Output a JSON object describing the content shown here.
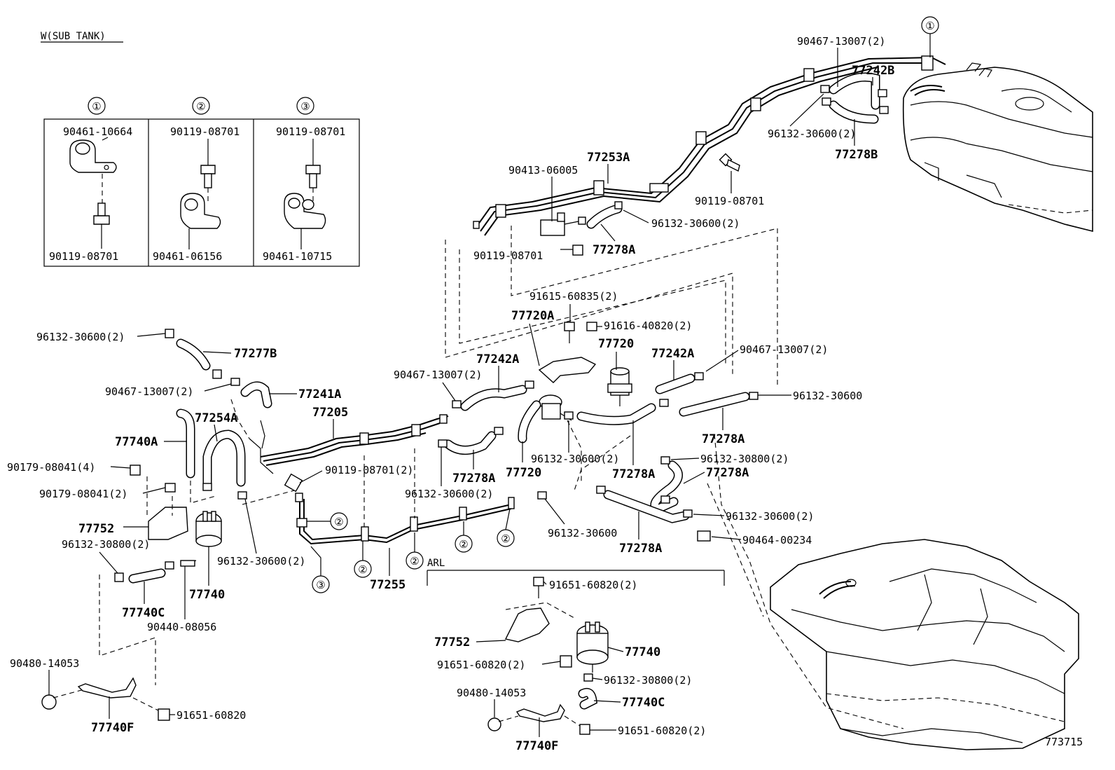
{
  "header": {
    "label": "W(SUB TANK)"
  },
  "footer": {
    "code": "773715"
  },
  "inset": {
    "panels": [
      {
        "num": "①",
        "top": "90461-10664",
        "bottom": "90119-08701"
      },
      {
        "num": "②",
        "top": "90119-08701",
        "bottom": "90461-06156"
      },
      {
        "num": "③",
        "top": "90119-08701",
        "bottom": "90461-10715"
      }
    ]
  },
  "arl": {
    "label": "ARL"
  },
  "callouts": {
    "c1": "①",
    "c2": "②",
    "c3": "③"
  },
  "labels": {
    "l01": "90467-13007(2)",
    "l02": "77242B",
    "l03": "96132-30600(2)",
    "l04": "77278B",
    "l05": "77253A",
    "l06": "90413-06005",
    "l07": "90119-08701",
    "l08": "96132-30600(2)",
    "l09": "90119-08701",
    "l10": "77278A",
    "l11": "91615-60835(2)",
    "l12": "77720A",
    "l13": "91616-40820(2)",
    "l14": "77720",
    "l15": "77242A",
    "l16": "90467-13007(2)",
    "l17": "96132-30600(2)",
    "l18": "77277B",
    "l19": "90467-13007(2)",
    "l20": "77241A",
    "l21": "77205",
    "l22": "77242A",
    "l23": "90467-13007(2)",
    "l24": "96132-30600",
    "l25": "77278A",
    "l26": "77740A",
    "l27": "77254A",
    "l28": "90179-08041(4)",
    "l29": "90179-08041(2)",
    "l30": "90119-08701(2)",
    "l31": "77278A",
    "l32": "77720",
    "l33": "96132-30600(2)",
    "l34": "96132-30800(2)",
    "l35": "77278A",
    "l36": "77278A",
    "l37": "96132-30600(2)",
    "l38": "77752",
    "l39": "96132-30800(2)",
    "l40": "96132-30600(2)",
    "l41": "96132-30600",
    "l42": "96132-30600(2)",
    "l43": "77278A",
    "l44": "90464-00234",
    "l45": "77255",
    "l46": "77740C",
    "l47": "77740",
    "l48": "90440-08056",
    "l49": "91651-60820(2)",
    "l50": "90480-14053",
    "l51": "77752",
    "l52": "77740",
    "l53": "91651-60820(2)",
    "l54": "96132-30800(2)",
    "l55": "90480-14053",
    "l56": "77740C",
    "l57": "77740F",
    "l58": "91651-60820",
    "l59": "91651-60820(2)",
    "l60": "77740F"
  }
}
